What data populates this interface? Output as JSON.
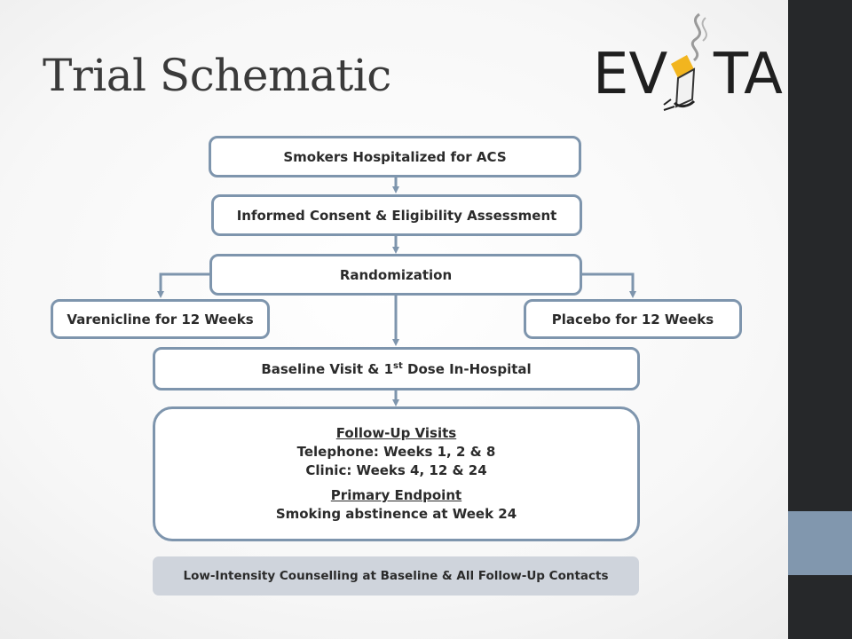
{
  "slide": {
    "title": "Trial Schematic",
    "logo": {
      "text_left": "EV",
      "text_right": "TA",
      "icon": "cigarette-logo-icon"
    }
  },
  "diagram": {
    "nodes": {
      "smokers": "Smokers Hospitalized for ACS",
      "consent": "Informed Consent & Eligibility Assessment",
      "randomization": "Randomization",
      "varenicline": "Varenicline for 12 Weeks",
      "placebo": "Placebo for 12 Weeks",
      "baseline": {
        "pre": "Baseline Visit & 1",
        "sup": "st",
        "post": " Dose In-Hospital"
      },
      "followup": {
        "heading": "Follow-Up Visits",
        "telephone": "Telephone: Weeks 1, 2 & 8",
        "clinic": "Clinic: Weeks 4, 12 & 24",
        "endpoint_heading": "Primary Endpoint",
        "endpoint": "Smoking abstinence at Week 24"
      },
      "counselling": "Low-Intensity Counselling at Baseline & All Follow-Up Contacts"
    },
    "colors": {
      "border": "#7e95ad",
      "counselling_fill": "#cfd4dc",
      "sidebar_dark": "#26282a",
      "sidebar_accent": "#8197ae",
      "logo_yellow": "#f2b51f"
    }
  }
}
